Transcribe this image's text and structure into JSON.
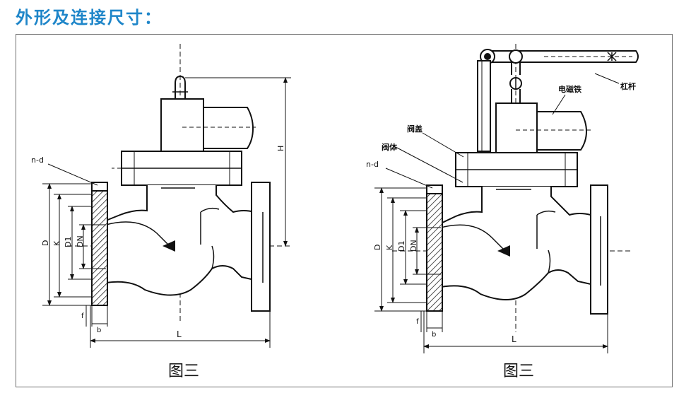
{
  "heading": "外形及连接尺寸：",
  "figures": [
    {
      "caption": "图三",
      "labels": {
        "nd": "n-d",
        "D": "D",
        "K": "K",
        "D1": "D1",
        "DN": "DN",
        "H": "H",
        "L": "L",
        "f": "f",
        "b": "b"
      }
    },
    {
      "caption": "图三",
      "labels": {
        "nd": "n-d",
        "D": "D",
        "K": "K",
        "D1": "D1",
        "DN": "DN",
        "L": "L",
        "f": "f",
        "b": "b",
        "lever": "杠杆",
        "solenoid": "电磁铁",
        "bonnet": "阀盖",
        "body": "阀体"
      }
    }
  ]
}
